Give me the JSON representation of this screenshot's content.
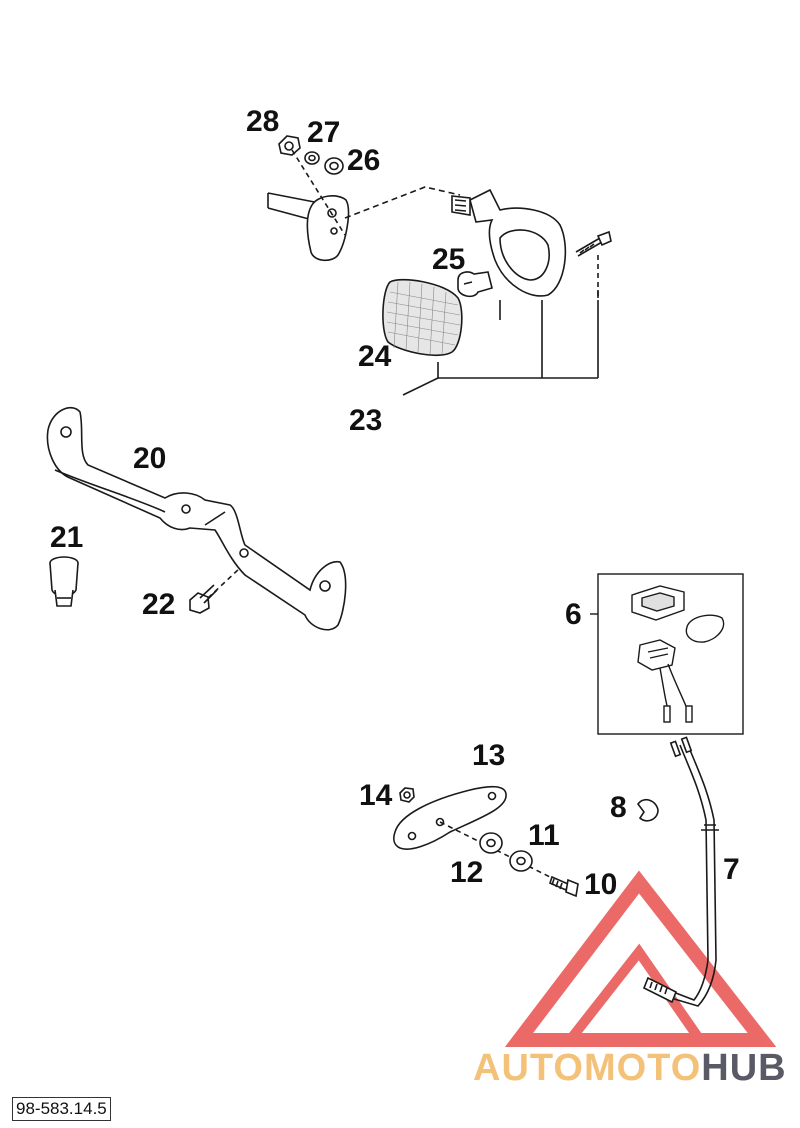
{
  "callouts": {
    "n28": "28",
    "n27": "27",
    "n26": "26",
    "n25": "25",
    "n24": "24",
    "n23": "23",
    "n20": "20",
    "n21": "21",
    "n22": "22",
    "n6": "6",
    "n13": "13",
    "n14": "14",
    "n8": "8",
    "n11": "11",
    "n12": "12",
    "n7": "7",
    "n10": "10"
  },
  "document_code": "98-583.14.5",
  "watermark": {
    "part1": "AUTOMOTO",
    "part2": "HUB",
    "logo": "triangle-logo"
  },
  "colors": {
    "line": "#1a1a1a",
    "watermark_red": "#e8514e",
    "watermark_orange": "#f4c178",
    "watermark_gray": "#5a5a66"
  }
}
